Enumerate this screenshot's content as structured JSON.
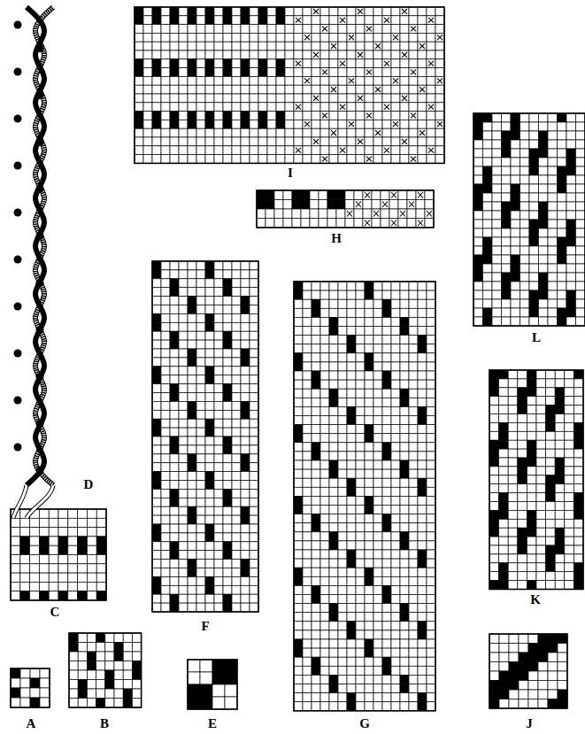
{
  "diagram": {
    "labels": [
      "I",
      "H",
      "D",
      "L",
      "K",
      "C",
      "F",
      "G",
      "A",
      "B",
      "E",
      "J"
    ]
  }
}
